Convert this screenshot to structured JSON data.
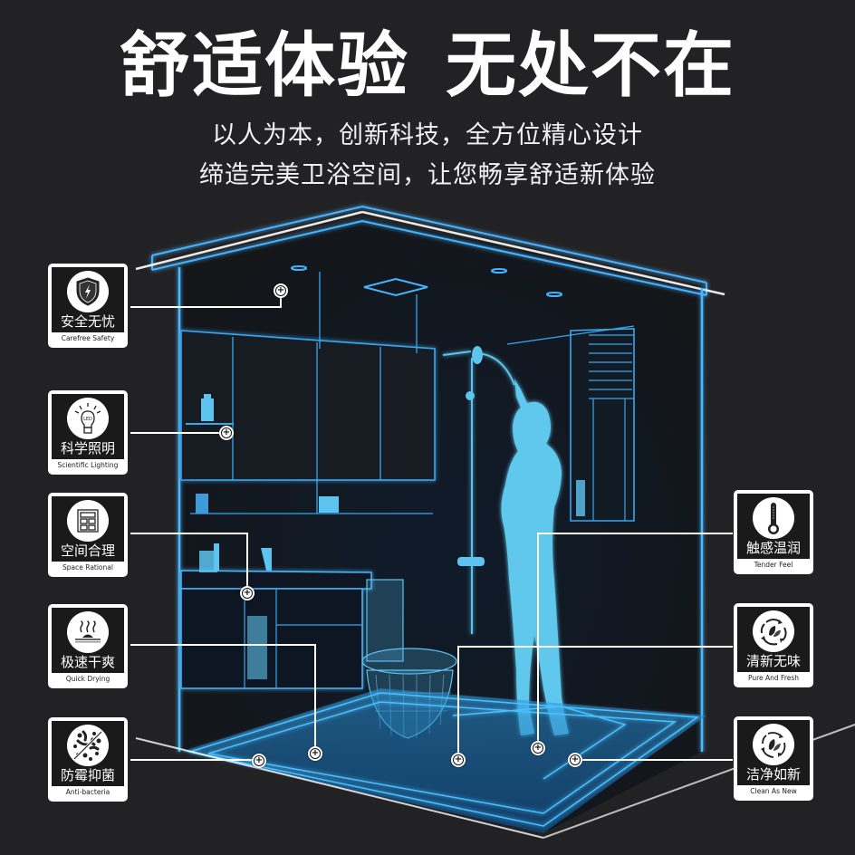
{
  "header": {
    "title_part1": "舒适体验",
    "title_part2": "无处不在",
    "subtitle_line1": "以人为本，创新科技，全方位精心设计",
    "subtitle_line2": "缔造完美卫浴空间，让您畅享舒适新体验"
  },
  "colors": {
    "background": "#222224",
    "glow_blue": "#3fb4ff",
    "figure_blue": "#5ec8ec",
    "card_border": "#ffffff",
    "card_inner": "#1a1a1a"
  },
  "features": [
    {
      "cn": "安全无忧",
      "en": "Carefree Safety",
      "icon": "shield-lightning-icon"
    },
    {
      "cn": "科学照明",
      "en": "Scientific Lighting",
      "icon": "led-bulb-icon"
    },
    {
      "cn": "空间合理",
      "en": "Space Rational",
      "icon": "grid-cabinet-icon"
    },
    {
      "cn": "极速干爽",
      "en": "Quick Drying",
      "icon": "heat-drying-icon"
    },
    {
      "cn": "防霉抑菌",
      "en": "Anti-bacteria",
      "icon": "no-bacteria-icon"
    },
    {
      "cn": "触感温润",
      "en": "Tender Feel",
      "icon": "thermometer-icon"
    },
    {
      "cn": "清新无味",
      "en": "Pure And Fresh",
      "icon": "leaf-recycle-icon"
    },
    {
      "cn": "洁净如新",
      "en": "Clean As New",
      "icon": "leaf-cycle-icon"
    }
  ],
  "hotspot_symbol": "+"
}
